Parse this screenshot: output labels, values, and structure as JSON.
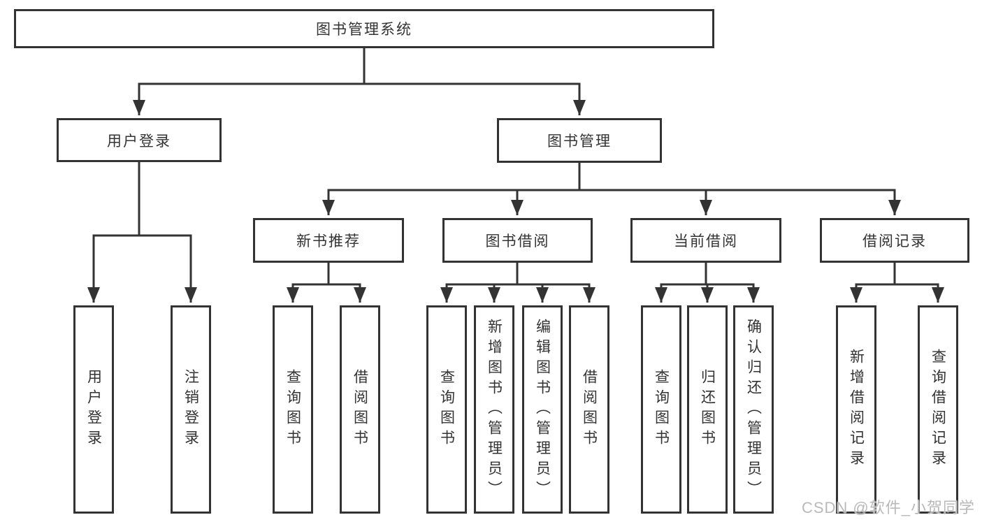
{
  "diagram": {
    "root": {
      "label": "图书管理系统"
    },
    "level2": {
      "user_login": {
        "label": "用户登录"
      },
      "book_mgmt": {
        "label": "图书管理"
      }
    },
    "level3": {
      "new_books": {
        "label": "新书推荐"
      },
      "borrow": {
        "label": "图书借阅"
      },
      "current": {
        "label": "当前借阅"
      },
      "records": {
        "label": "借阅记录"
      }
    },
    "leaves": {
      "user_login": [
        "用户登录",
        "注销登录"
      ],
      "new_books": [
        "查询图书",
        "借阅图书"
      ],
      "borrow": [
        "查询图书",
        "新增图书（管理员）",
        "编辑图书（管理员）",
        "借阅图书"
      ],
      "current": [
        "查询图书",
        "归还图书",
        "确认归还（管理员）"
      ],
      "records": [
        "新增借阅记录",
        "查询借阅记录"
      ]
    },
    "watermark": "CSDN @软件_小贺同学",
    "colors": {
      "line": "#333333",
      "text": "#333333",
      "box_fill": "#ffffff",
      "watermark": "#b9b9b9",
      "background": "#ffffff"
    }
  }
}
